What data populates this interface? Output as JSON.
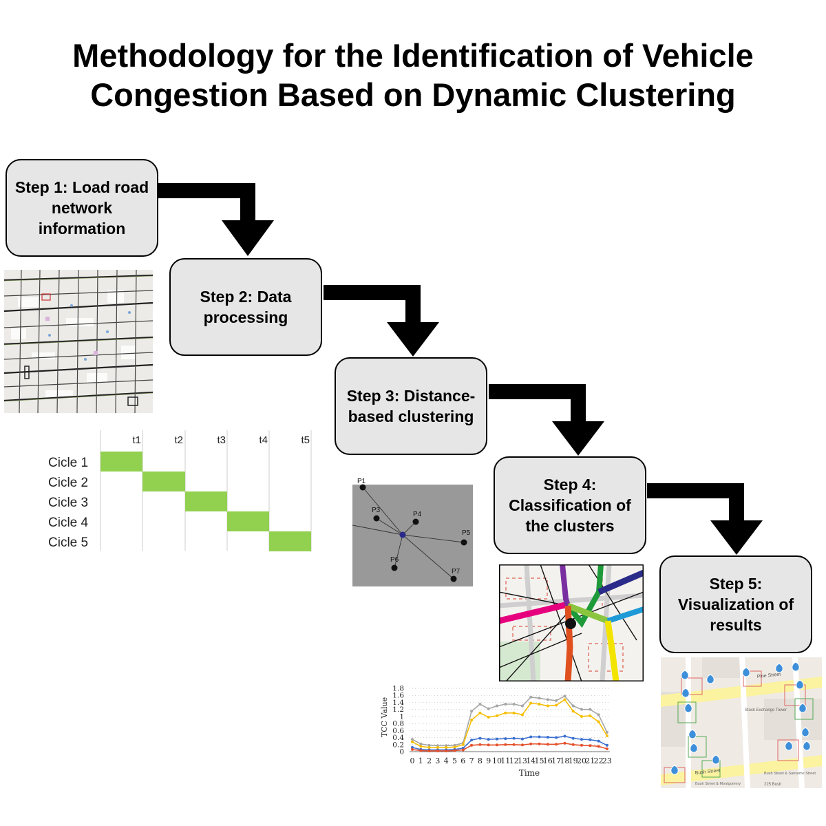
{
  "title_line1": "Methodology for the Identification of Vehicle",
  "title_line2": "Congestion Based on Dynamic Clustering",
  "steps": [
    {
      "label": "Step 1: Load road network information"
    },
    {
      "label": "Step 2: Data processing"
    },
    {
      "label": "Step 3: Distance-based clustering"
    },
    {
      "label": "Step 4: Classification of the clusters"
    },
    {
      "label": "Step 5: Visualization of results"
    }
  ],
  "timeline": {
    "time_labels": [
      "t1",
      "t2",
      "t3",
      "t4",
      "t5"
    ],
    "cycles": [
      "Cicle 1",
      "Cicle 2",
      "Cicle 3",
      "Cicle 4",
      "Cicle 5"
    ],
    "bar_color": "#92d050"
  },
  "clustering_points": [
    "P1",
    "P3",
    "P4",
    "P5",
    "P6",
    "P7"
  ],
  "map_labels": {
    "pine_street": "Pine Street",
    "bush_street": "Bush Street",
    "stock_exchange": "Stock Exchange Tower",
    "bush_montgomery": "Bush Street & Montgomery",
    "bush_sansome": "Bush Street & Sansome Street",
    "address": "225 Bush"
  },
  "chart_data": {
    "type": "line",
    "xlabel": "Time",
    "ylabel": "TCC Value",
    "ylim": [
      0,
      1.8
    ],
    "yticks": [
      "0",
      "0.2",
      "0.4",
      "0.6",
      "0.8",
      "1",
      "1.2",
      "1.4",
      "1.6",
      "1.8"
    ],
    "x": [
      0,
      1,
      2,
      3,
      4,
      5,
      6,
      7,
      8,
      9,
      10,
      11,
      12,
      13,
      14,
      15,
      16,
      17,
      18,
      19,
      20,
      21,
      22,
      23
    ],
    "series": [
      {
        "color": "#a6a6a6",
        "values": [
          0.35,
          0.22,
          0.18,
          0.17,
          0.17,
          0.18,
          0.25,
          1.15,
          1.35,
          1.22,
          1.3,
          1.35,
          1.35,
          1.3,
          1.55,
          1.52,
          1.48,
          1.45,
          1.58,
          1.3,
          1.2,
          1.2,
          1.05,
          0.55
        ]
      },
      {
        "color": "#f6be00",
        "values": [
          0.28,
          0.15,
          0.12,
          0.12,
          0.12,
          0.13,
          0.2,
          0.9,
          1.1,
          0.98,
          1.02,
          1.1,
          1.1,
          1.05,
          1.38,
          1.35,
          1.3,
          1.32,
          1.48,
          1.15,
          1.0,
          1.02,
          0.85,
          0.45
        ]
      },
      {
        "color": "#3a6fd0",
        "values": [
          0.12,
          0.06,
          0.05,
          0.05,
          0.05,
          0.06,
          0.1,
          0.33,
          0.38,
          0.35,
          0.36,
          0.37,
          0.38,
          0.36,
          0.42,
          0.42,
          0.41,
          0.4,
          0.44,
          0.38,
          0.35,
          0.34,
          0.3,
          0.18
        ]
      },
      {
        "color": "#e5502b",
        "values": [
          0.06,
          0.03,
          0.02,
          0.02,
          0.02,
          0.03,
          0.05,
          0.18,
          0.2,
          0.19,
          0.19,
          0.2,
          0.2,
          0.19,
          0.22,
          0.22,
          0.21,
          0.21,
          0.24,
          0.2,
          0.18,
          0.17,
          0.15,
          0.08
        ]
      }
    ]
  }
}
